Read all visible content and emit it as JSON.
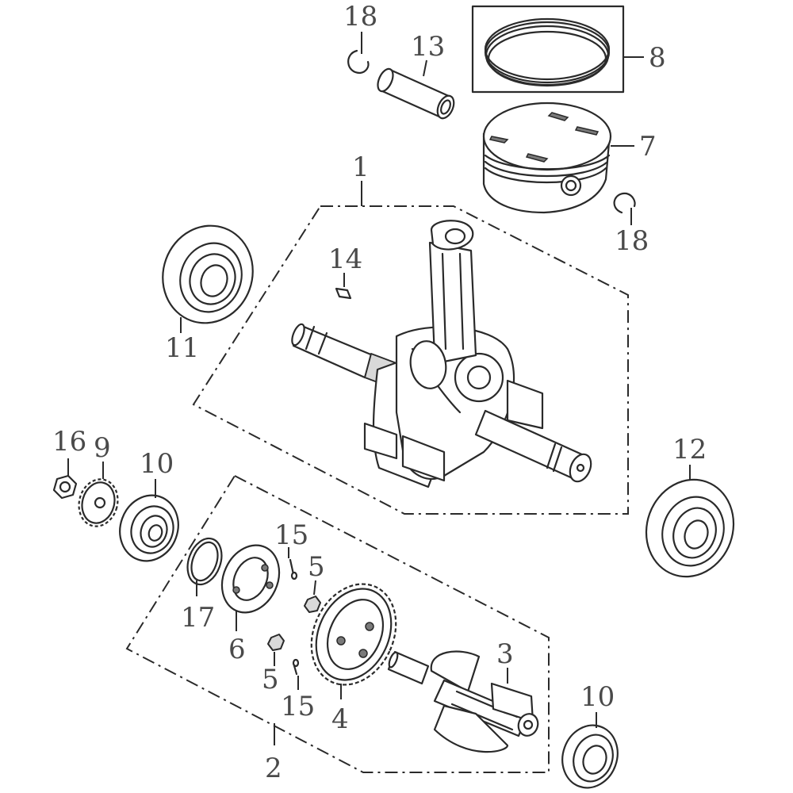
{
  "colors": {
    "ink": "#2a2a2a",
    "label": "#4a4a4a",
    "shade": "#d9d9d9",
    "background": "#ffffff"
  },
  "labels": {
    "p1": "1",
    "p2": "2",
    "p3": "3",
    "p4": "4",
    "p5a": "5",
    "p5b": "5",
    "p6": "6",
    "p7": "7",
    "p8": "8",
    "p9": "9",
    "p10a": "10",
    "p10b": "10",
    "p11": "11",
    "p12": "12",
    "p13": "13",
    "p14": "14",
    "p15a": "15",
    "p15b": "15",
    "p16": "16",
    "p17": "17",
    "p18a": "18",
    "p18b": "18"
  }
}
